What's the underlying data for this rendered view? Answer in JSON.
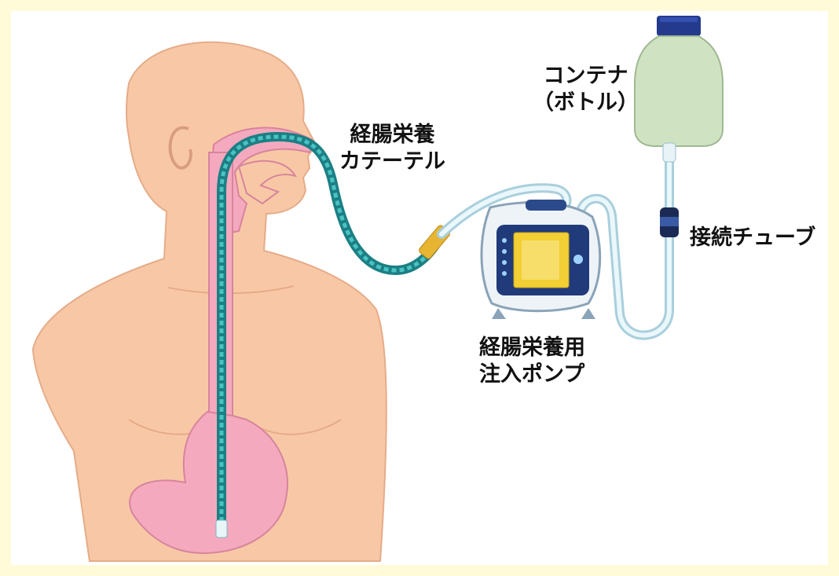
{
  "labels": {
    "container": {
      "line1": "コンテナ",
      "line2": "（ボトル）"
    },
    "catheter": {
      "line1": "経腸栄養",
      "line2": "カテーテル"
    },
    "connector_tube": {
      "line1": "接続チューブ"
    },
    "pump": {
      "line1": "経腸栄養用",
      "line2": "注入ポンプ"
    }
  },
  "colors": {
    "background": "#fffbd8",
    "skin": "#f8c8a6",
    "organ": "#f4a9be",
    "catheter": "#2aa0a4",
    "tube": "#cfe9f1",
    "bottle": "#cfe3c2",
    "bottle_cap": "#243a8c",
    "pump_screen": "#f2cf34",
    "connector": "#e8b533"
  }
}
